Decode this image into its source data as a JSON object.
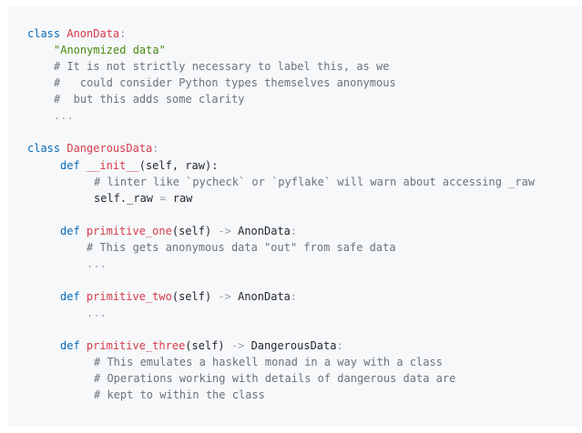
{
  "code": {
    "class1": {
      "keyword": "class",
      "name": "AnonData",
      "colon": ":",
      "docstring": "\"Anonymized data\"",
      "comments": [
        "# It is not strictly necessary to label this, as we",
        "#   could consider Python types themselves anonymous",
        "#  but this adds some clarity"
      ],
      "ellipsis": "..."
    },
    "class2": {
      "keyword": "class",
      "name": "DangerousData",
      "colon": ":",
      "init": {
        "def": "def",
        "name": "__init__",
        "params": "(self, raw):",
        "comment": "# linter like `pycheck` or `pyflake` will warn about accessing _raw",
        "body_lhs": "self._raw",
        "body_op": " = ",
        "body_rhs": "raw"
      },
      "primitive_one": {
        "def": "def",
        "name": "primitive_one",
        "params": "(self)",
        "arrow": " -> ",
        "ret": "AnonData",
        "colon": ":",
        "comment": "# This gets anonymous data \"out\" from safe data",
        "ellipsis": "..."
      },
      "primitive_two": {
        "def": "def",
        "name": "primitive_two",
        "params": "(self)",
        "arrow": " -> ",
        "ret": "AnonData",
        "colon": ":",
        "ellipsis": "..."
      },
      "primitive_three": {
        "def": "def",
        "name": "primitive_three",
        "params": "(self)",
        "arrow": " -> ",
        "ret": "DangerousData",
        "colon": ":",
        "comments": [
          "# This emulates a haskell monad in a way with a class",
          "# Operations working with details of dangerous data are",
          "# kept to within the class"
        ]
      }
    }
  }
}
